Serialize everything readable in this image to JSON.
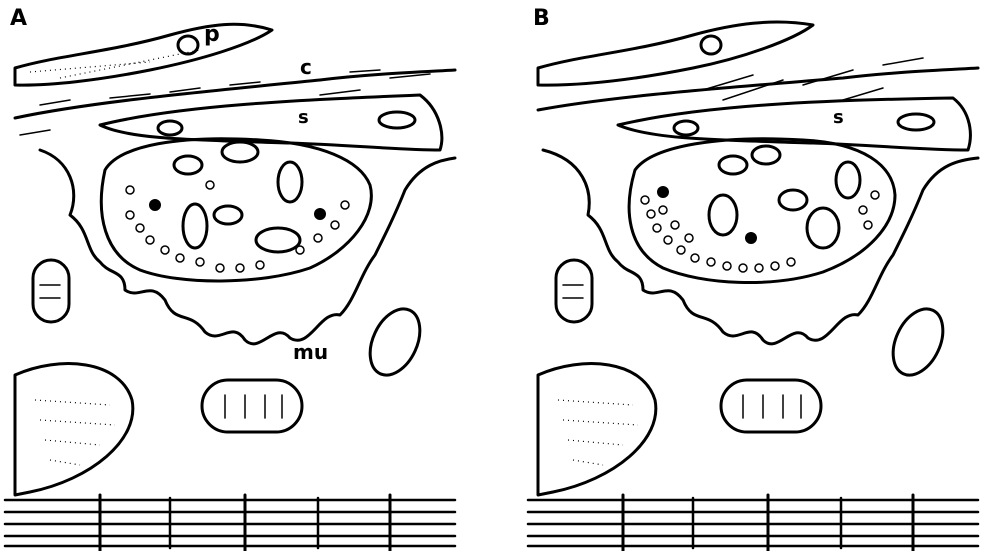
{
  "panels": [
    {
      "letter": "A",
      "labels": {
        "p": "p",
        "c": "c",
        "s": "s",
        "mu": "mu"
      }
    },
    {
      "letter": "B",
      "labels": {
        "s": "s"
      }
    }
  ]
}
